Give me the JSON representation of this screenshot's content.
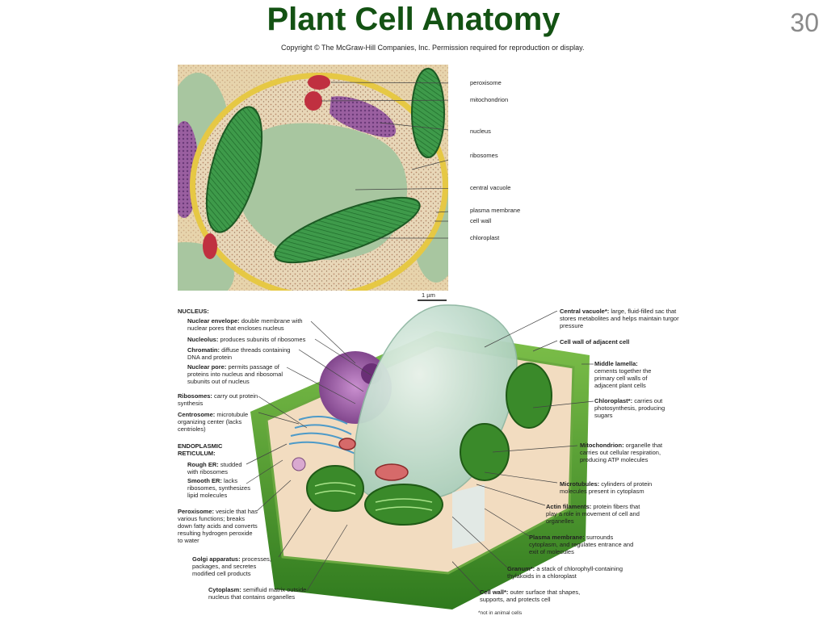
{
  "slide": {
    "title": "Plant Cell Anatomy",
    "number": "30"
  },
  "copyright": "Copyright © The McGraw-Hill Companies, Inc. Permission required for reproduction or display.",
  "micrograph": {
    "labels": [
      "peroxisome",
      "mitochondrion",
      "nucleus",
      "ribosomes",
      "central vacuole",
      "plasma membrane",
      "cell wall",
      "chloroplast"
    ],
    "scale": "1 µm"
  },
  "diagram": {
    "left": {
      "nucleus_heading": "NUCLEUS:",
      "nuclear_envelope": {
        "name": "Nuclear envelope:",
        "desc": "double membrane with nuclear pores that encloses nucleus"
      },
      "nucleolus": {
        "name": "Nucleolus:",
        "desc": "produces subunits of ribosomes"
      },
      "chromatin": {
        "name": "Chromatin:",
        "desc": "diffuse threads containing DNA and protein"
      },
      "nuclear_pore": {
        "name": "Nuclear pore:",
        "desc": "permits passage of proteins into nucleus and ribosomal subunits out of nucleus"
      },
      "ribosomes": {
        "name": "Ribosomes:",
        "desc": "carry out protein synthesis"
      },
      "centrosome": {
        "name": "Centrosome:",
        "desc": "microtubule organizing center (lacks centrioles)"
      },
      "er_heading": "ENDOPLASMIC RETICULUM:",
      "rough_er": {
        "name": "Rough ER:",
        "desc": "studded with ribosomes"
      },
      "smooth_er": {
        "name": "Smooth ER:",
        "desc": "lacks ribosomes, synthesizes lipid molecules"
      },
      "peroxisome": {
        "name": "Peroxisome:",
        "desc": "vesicle that has various functions; breaks down fatty acids and converts resulting hydrogen peroxide to water"
      },
      "golgi": {
        "name": "Golgi apparatus:",
        "desc": "processes, packages, and secretes modified cell products"
      },
      "cytoplasm": {
        "name": "Cytoplasm:",
        "desc": "semifluid matrix outside nucleus that contains organelles"
      }
    },
    "right": {
      "central_vacuole": {
        "name": "Central vacuole*:",
        "desc": "large, fluid-filled sac that stores metabolites and helps maintain turgor pressure"
      },
      "cell_wall_adjacent": {
        "name": "Cell wall of adjacent cell",
        "desc": ""
      },
      "middle_lamella": {
        "name": "Middle lamella:",
        "desc": "cements together the primary cell walls of adjacent plant cells"
      },
      "chloroplast": {
        "name": "Chloroplast*:",
        "desc": "carries out photosynthesis, producing sugars"
      },
      "mitochondrion": {
        "name": "Mitochondrion:",
        "desc": "organelle that carries out cellular respiration, producing ATP molecules"
      },
      "microtubules": {
        "name": "Microtubules:",
        "desc": "cylinders of protein molecules present in cytoplasm"
      },
      "actin": {
        "name": "Actin filaments:",
        "desc": "protein fibers that play a role in movement of cell and organelles"
      },
      "plasma_membrane": {
        "name": "Plasma membrane:",
        "desc": "surrounds cytoplasm, and regulates entrance and exit of molecules"
      },
      "granum": {
        "name": "Granum*:",
        "desc": "a stack of chlorophyll-containing thylakoids in a chloroplast"
      },
      "cell_wall": {
        "name": "Cell wall*:",
        "desc": "outer surface that shapes, supports, and protects cell"
      }
    },
    "footnote": "*not in animal cells"
  }
}
